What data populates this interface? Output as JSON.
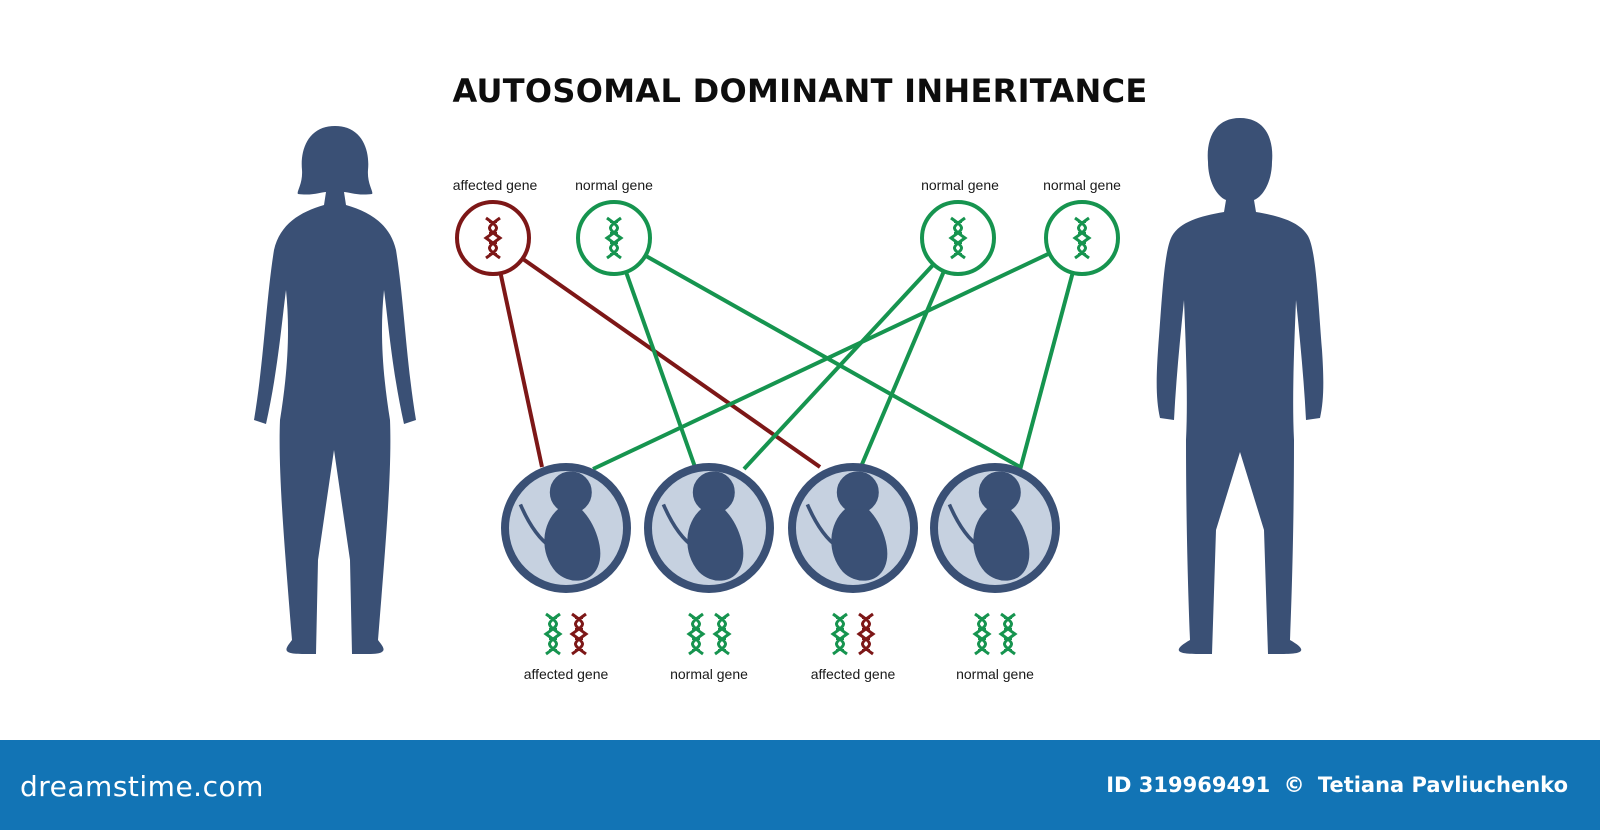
{
  "title": "AUTOSOMAL DOMINANT INHERITANCE",
  "parents": {
    "mother": {
      "genes": [
        {
          "label": "affected gene",
          "status": "affected"
        },
        {
          "label": "normal gene",
          "status": "normal"
        }
      ]
    },
    "father": {
      "genes": [
        {
          "label": "normal gene",
          "status": "normal"
        },
        {
          "label": "normal gene",
          "status": "normal"
        }
      ]
    }
  },
  "children": [
    {
      "label": "affected gene",
      "genes": [
        "normal",
        "affected"
      ]
    },
    {
      "label": "normal gene",
      "genes": [
        "normal",
        "normal"
      ]
    },
    {
      "label": "affected gene",
      "genes": [
        "normal",
        "affected"
      ]
    },
    {
      "label": "normal gene",
      "genes": [
        "normal",
        "normal"
      ]
    }
  ],
  "links": [
    {
      "from": "m0",
      "to": 0
    },
    {
      "from": "m0",
      "to": 2
    },
    {
      "from": "m1",
      "to": 1
    },
    {
      "from": "m1",
      "to": 3
    },
    {
      "from": "f0",
      "to": 1
    },
    {
      "from": "f0",
      "to": 2
    },
    {
      "from": "f1",
      "to": 0
    },
    {
      "from": "f1",
      "to": 3
    }
  ],
  "colors": {
    "affected": "#7d1717",
    "normal": "#16944f",
    "silhouette": "#3a5075",
    "fetus_bg": "#c6d1e0",
    "footer": "#1274b5"
  },
  "footer": {
    "brand": "dreamstime.com",
    "id_text": "ID 319969491",
    "copyright_symbol": "©",
    "author": "Tetiana Pavliuchenko"
  }
}
